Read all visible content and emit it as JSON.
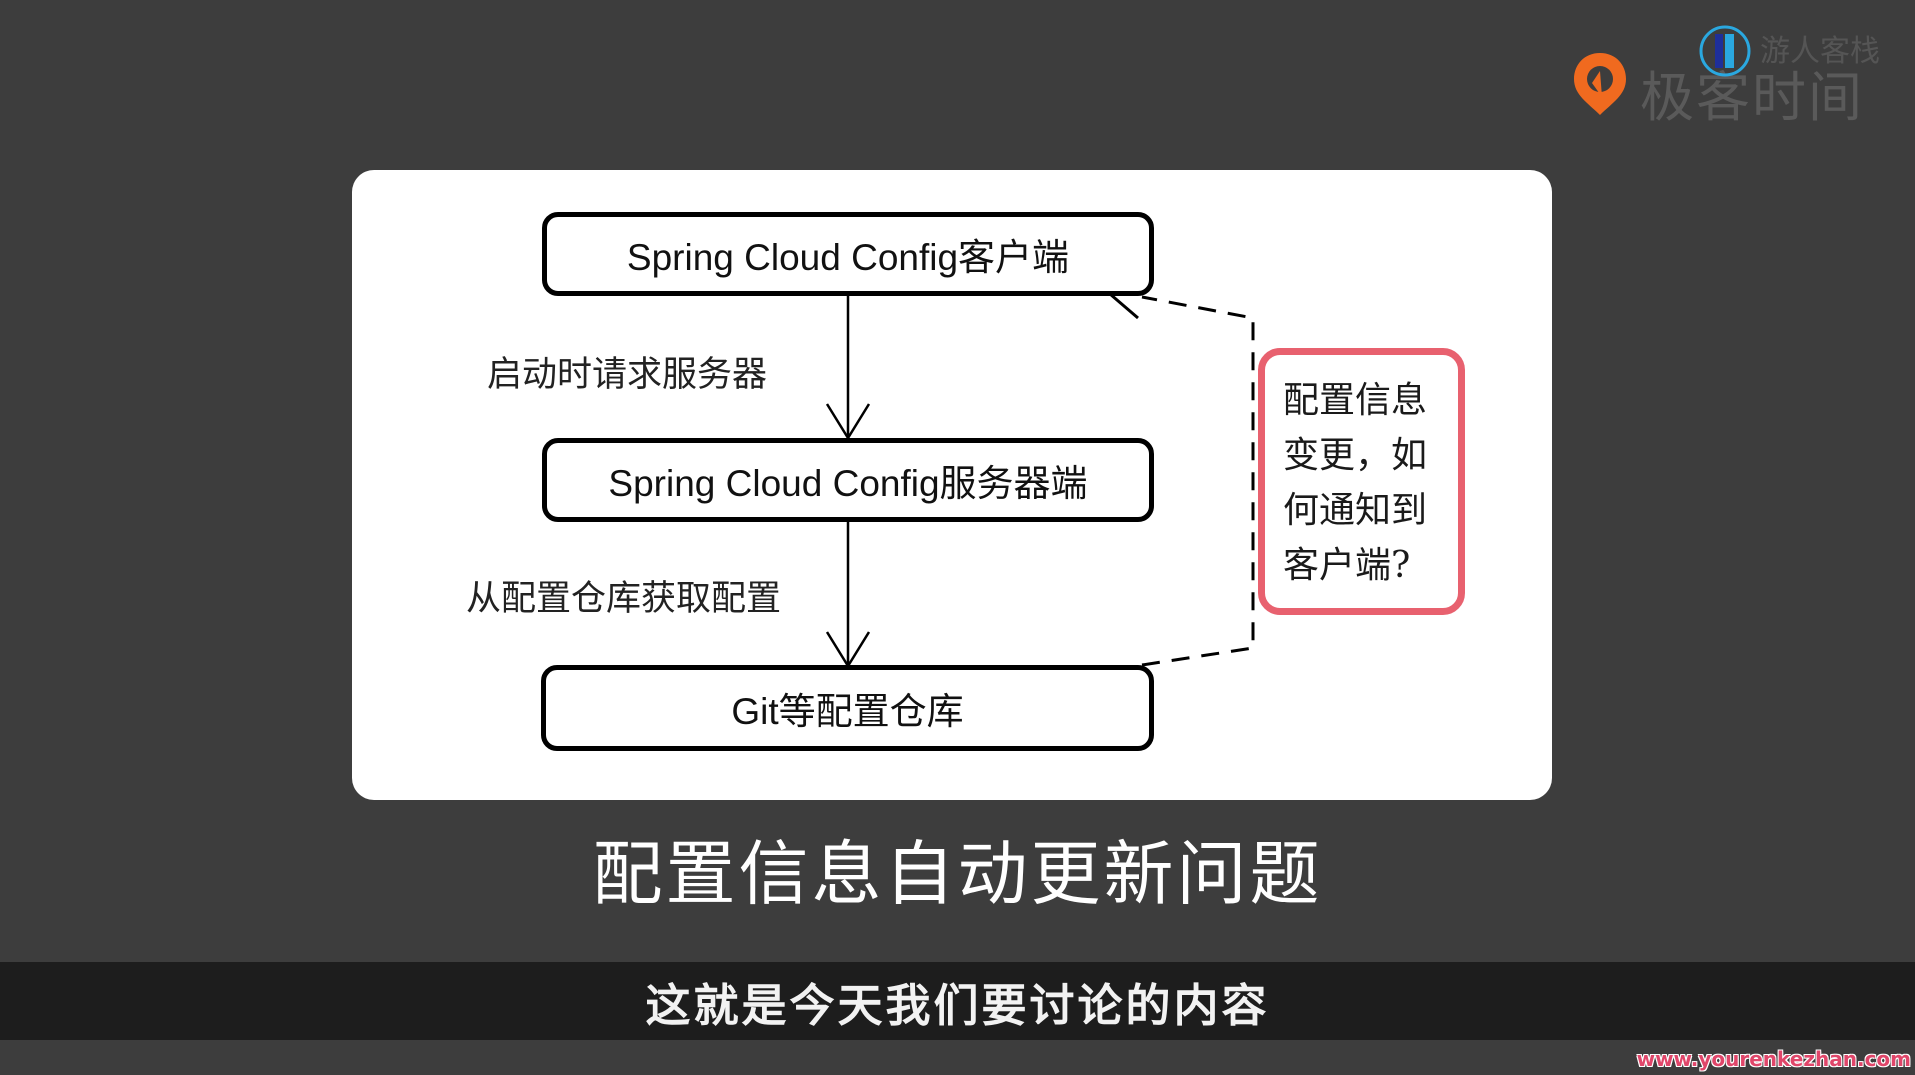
{
  "watermark": {
    "logo_text": "极客时间",
    "badge_text": "游人客栈",
    "site_url": "www.yourenkezhan.com",
    "colors": {
      "logo_orange": "#f06a1f",
      "badge_blue": "#2aa8e0",
      "site_pink": "#e0466a"
    }
  },
  "slide": {
    "diagram": {
      "nodes": [
        {
          "id": "client",
          "label": "Spring Cloud Config客户端"
        },
        {
          "id": "server",
          "label": "Spring Cloud Config服务器端"
        },
        {
          "id": "repo",
          "label": "Git等配置仓库"
        }
      ],
      "edges": [
        {
          "from": "client",
          "to": "server",
          "label": "启动时请求服务器",
          "style": "solid"
        },
        {
          "from": "server",
          "to": "repo",
          "label": "从配置仓库获取配置",
          "style": "solid"
        },
        {
          "from": "repo",
          "to": "client",
          "label": "",
          "style": "dashed"
        }
      ],
      "note": {
        "lines": [
          "配置信息",
          "变更，如",
          "何通知到",
          "客户端?"
        ],
        "border_color": "#e8616f"
      }
    },
    "title": "配置信息自动更新问题"
  },
  "subtitle": "这就是今天我们要讨论的内容"
}
